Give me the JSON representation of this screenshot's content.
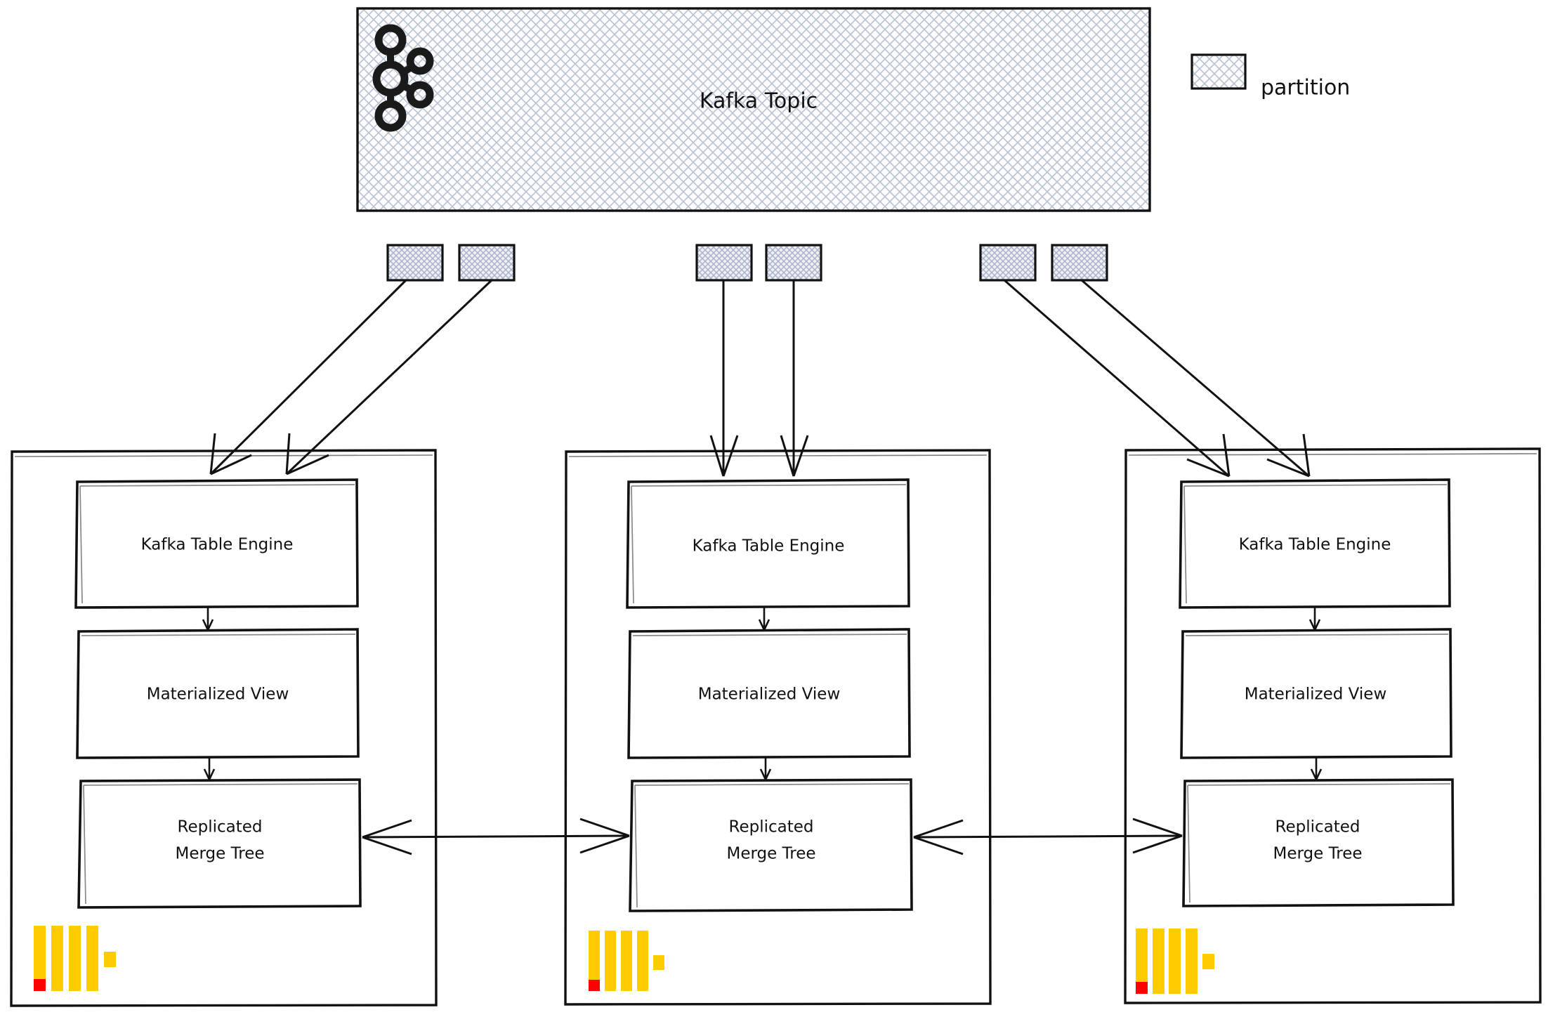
{
  "diagram": {
    "title_visible": false,
    "colors": {
      "stroke": "#111111",
      "hatch": "#b9c2d0",
      "partition_fill": "#dfe3ea",
      "clickhouse_yellow": "#ffcc00",
      "clickhouse_red": "#ff0000",
      "background": "#ffffff"
    }
  },
  "legend": {
    "label": "partition",
    "swatch_name": "partition-swatch"
  },
  "kafka_topic": {
    "label": "Kafka Topic",
    "logo_name": "kafka-logo",
    "partitions": [
      {
        "id": "p1",
        "label": ""
      },
      {
        "id": "p2",
        "label": ""
      },
      {
        "id": "p3",
        "label": ""
      },
      {
        "id": "p4",
        "label": ""
      },
      {
        "id": "p5",
        "label": ""
      },
      {
        "id": "p6",
        "label": ""
      }
    ]
  },
  "nodes": [
    {
      "id": "node-1",
      "logo_name": "clickhouse-logo",
      "boxes": [
        {
          "id": "kafka-table-engine",
          "lines": [
            "Kafka Table Engine"
          ]
        },
        {
          "id": "materialized-view",
          "lines": [
            "Materialized View"
          ]
        },
        {
          "id": "replicated-merge-tree",
          "lines": [
            "Replicated",
            "Merge Tree"
          ]
        }
      ]
    },
    {
      "id": "node-2",
      "logo_name": "clickhouse-logo",
      "boxes": [
        {
          "id": "kafka-table-engine",
          "lines": [
            "Kafka Table Engine"
          ]
        },
        {
          "id": "materialized-view",
          "lines": [
            "Materialized View"
          ]
        },
        {
          "id": "replicated-merge-tree",
          "lines": [
            "Replicated",
            "Merge Tree"
          ]
        }
      ]
    },
    {
      "id": "node-3",
      "logo_name": "clickhouse-logo",
      "boxes": [
        {
          "id": "kafka-table-engine",
          "lines": [
            "Kafka Table Engine"
          ]
        },
        {
          "id": "materialized-view",
          "lines": [
            "Materialized View"
          ]
        },
        {
          "id": "replicated-merge-tree",
          "lines": [
            "Replicated",
            "Merge Tree"
          ]
        }
      ]
    }
  ],
  "replication_links": [
    {
      "from": "node-1.replicated-merge-tree",
      "to": "node-2.replicated-merge-tree",
      "bidirectional": true
    },
    {
      "from": "node-2.replicated-merge-tree",
      "to": "node-3.replicated-merge-tree",
      "bidirectional": true
    }
  ]
}
